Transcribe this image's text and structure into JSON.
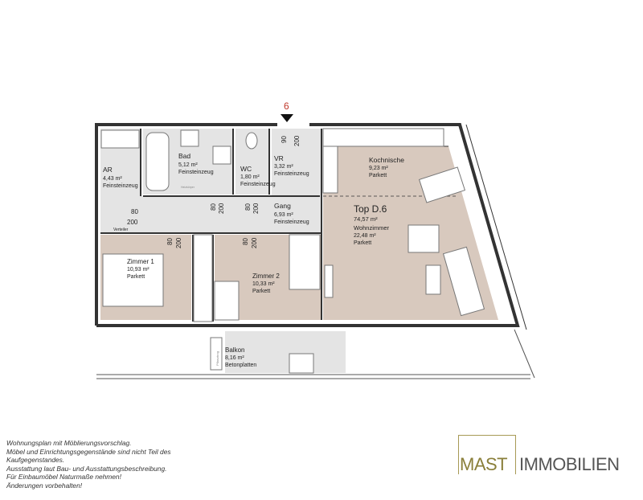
{
  "entrance_marker": "6",
  "apartment": {
    "name": "Top D.6",
    "area": "74,57 m²"
  },
  "rooms": [
    {
      "name": "AR",
      "area": "4,43 m²",
      "floor": "Feinsteinzeug"
    },
    {
      "name": "Bad",
      "area": "5,12 m²",
      "floor": "Feinsteinzeug"
    },
    {
      "name": "WC",
      "area": "1,80 m²",
      "floor": "Feinsteinzeug"
    },
    {
      "name": "VR",
      "area": "3,32 m²",
      "floor": "Feinsteinzeug"
    },
    {
      "name": "Gang",
      "area": "6,93 m²",
      "floor": "Feinsteinzeug"
    },
    {
      "name": "Kochnische",
      "area": "9,23 m²",
      "floor": "Parkett"
    },
    {
      "name": "Wohnzimmer",
      "area": "22,48 m²",
      "floor": "Parkett"
    },
    {
      "name": "Zimmer 1",
      "area": "10,93 m²",
      "floor": "Parkett"
    },
    {
      "name": "Zimmer 2",
      "area": "10,33 m²",
      "floor": "Parkett"
    },
    {
      "name": "Balkon",
      "area": "8,16 m²",
      "floor": "Betonplatten"
    }
  ],
  "door_dims": {
    "w80": "80",
    "w90": "90",
    "h200": "200"
  },
  "small_labels": {
    "verteiler": "Verteiler",
    "pflanztrog": "Pflanztrog",
    "heizkoerper": "Heizkörper"
  },
  "footer_notes": [
    "Wohnungsplan mit Möblierungsvorschlag.",
    "Möbel und Einrichtungsgegenstände sind nicht Teil des",
    "Kaufgegenstandes.",
    "Ausstattung laut Bau- und Ausstattungsbeschreibung.",
    "Für Einbaumöbel Naturmaße nehmen!",
    "Änderungen vorbehalten!"
  ],
  "logo": {
    "part1": "MAST",
    "part2": "IMMOBILIEN"
  },
  "colors": {
    "parkett": "#d8c9be",
    "tile": "#e4e4e4",
    "wall": "#333333",
    "marker": "#c0392b",
    "brand_gold": "#8a7f3a"
  }
}
